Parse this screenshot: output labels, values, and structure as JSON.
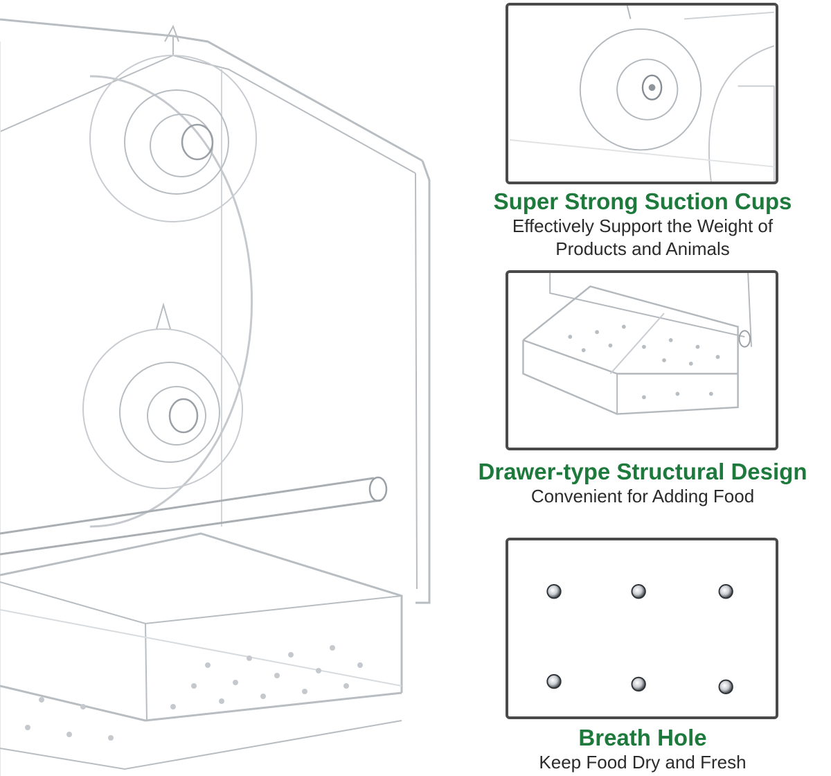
{
  "features": [
    {
      "title": "Super Strong Suction Cups",
      "lines": [
        "Effectively Support the Weight of",
        "Products and Animals"
      ],
      "icon": "suction-cup-closeup"
    },
    {
      "title": "Drawer-type Structural Design",
      "lines": [
        "Convenient for Adding Food"
      ],
      "icon": "drawer-tray-closeup"
    },
    {
      "title": "Breath Hole",
      "lines": [
        "Keep Food Dry and Fresh"
      ],
      "icon": "breath-hole-closeup"
    }
  ],
  "colors": {
    "accent_green": "#1e7a3c",
    "panel_border": "#4a4a4a",
    "body_text": "#2b2b2b"
  }
}
